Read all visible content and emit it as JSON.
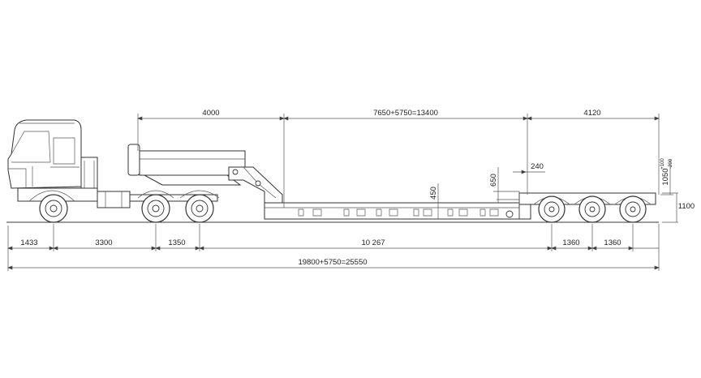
{
  "dimensions": {
    "gooseneck_length": "4000",
    "platform_length": "7650+5750=13400",
    "rear_length": "4120",
    "step_240": "240",
    "height_650": "650",
    "height_450": "450",
    "height_1050": "1050",
    "height_1050_tol_top": "+100",
    "height_1050_tol_bottom": "-200",
    "height_1100": "1100",
    "front_overhang": "1433",
    "tractor_wheelbase": "3300",
    "tractor_axle_spacing": "1350",
    "trailer_span": "10 267",
    "trailer_axle_spacing_1": "1360",
    "trailer_axle_spacing_2": "1360",
    "overall_length": "19800+5750=25550"
  }
}
